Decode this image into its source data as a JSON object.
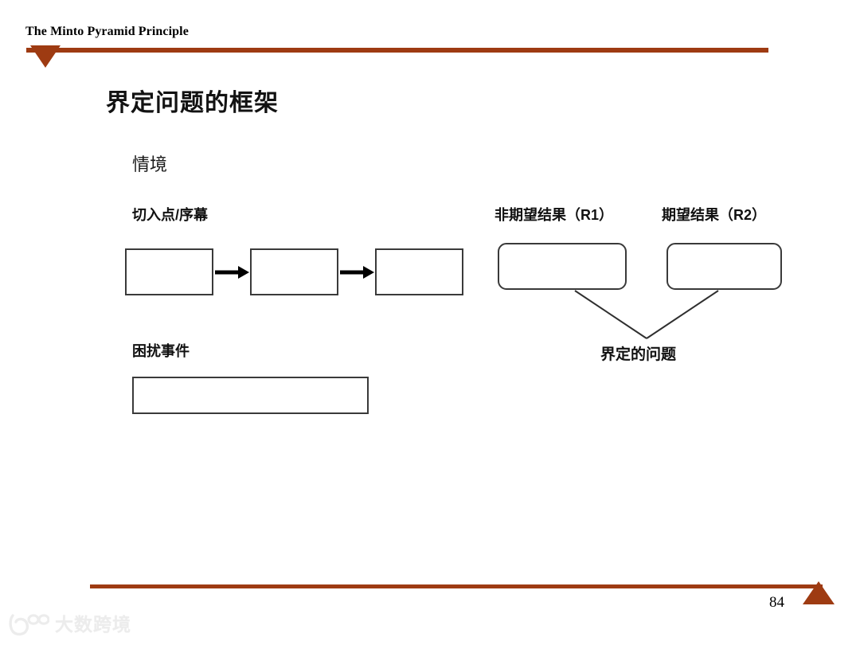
{
  "header": {
    "title": "The Minto Pyramid Principle",
    "rule_color": "#9E3B12",
    "marker_icon": "triangle-down-icon"
  },
  "slide": {
    "title": "界定问题的框架",
    "situation_label": "情境",
    "entry_label": "切入点/序幕",
    "disturbance_label": "困扰事件",
    "undesired_result_label": "非期望结果（R1）",
    "desired_result_label": "期望结果（R2）",
    "defined_problem_label": "界定的问题",
    "sequence_boxes": [
      {
        "text": ""
      },
      {
        "text": ""
      },
      {
        "text": ""
      }
    ],
    "disturbance_box": {
      "text": ""
    },
    "result_boxes": [
      {
        "name": "r1",
        "text": ""
      },
      {
        "name": "r2",
        "text": ""
      }
    ]
  },
  "footer": {
    "page_number": "84",
    "rule_color": "#9E3B12",
    "marker_icon": "triangle-up-icon"
  },
  "watermark": {
    "logo_icon": "hundred-mark-logo-icon",
    "text": "大数跨境",
    "color": "#ebebeb"
  }
}
